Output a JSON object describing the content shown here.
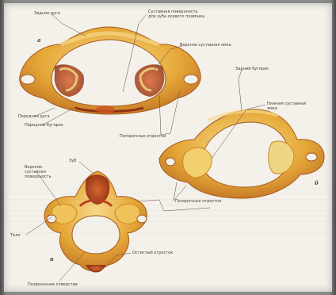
{
  "panels": {
    "a": "а",
    "b": "б",
    "v": "в"
  },
  "labels": {
    "posterior_arch": "Задняя дуга",
    "articular_surface": "Суставная поверхность",
    "articular_surface_2": "для зуба осевого позвонка",
    "superior_facet": "Верхняя суставная ямка",
    "anterior_arch": "Передняя дуга",
    "anterior_tubercle": "Передний бугорок",
    "transverse_process": "Поперечные отростки",
    "posterior_tubercle": "Задний бугорок",
    "inferior_facet_1": "Нижняя суставная",
    "inferior_facet_2": "ямка",
    "transverse_process_b": "Поперечные отростки",
    "dens": "Зуб",
    "superior_art_1": "Верхняя",
    "superior_art_2": "суставная",
    "superior_art_3": "поверхность",
    "body": "Тело",
    "spinous_process": "Остистый отросток",
    "vertebral_foramen": "Позвоночное отверстие"
  },
  "colors": {
    "bone": "#e6a838",
    "bone_light": "#f4cf6e",
    "bone_dark": "#a35a1c",
    "bone_red": "#b8431f",
    "leader": "#5a4a3a"
  }
}
